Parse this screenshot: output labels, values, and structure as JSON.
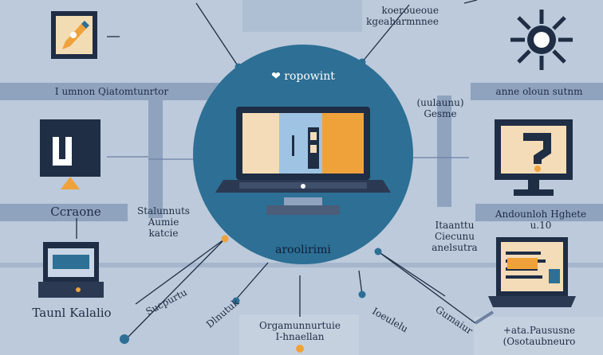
{
  "hub": {
    "title": "❤ ropowint",
    "subtitle": "aroolirimi"
  },
  "labels": {
    "top_right": "koeroueoue\nkgeaharmnnee",
    "left_band_1": "I umnon Qiatomtunrtor",
    "left_band_2": "Ccraone",
    "left_mid": "Stalunnuts\nAumie\nkatcie",
    "bottom_left": "Taunl Kalalio",
    "right_top_a": "(uulaunu)\nGesme",
    "right_top_b": "anne oloun sutnm",
    "right_mid_a": "Andounloh Hghete\nu.10",
    "right_mid_b": "Itaanttu\nCiecunu\nanelsutra",
    "bottom_mid": "Orgamunnurtuie\nI-hnaellan",
    "bottom_right": "+ata.Paususne\n(Osotaubneuro",
    "diag_left": "Sucpurtu",
    "diag_mid": "Dlnutuk",
    "diag_right_1": "Ioeulelu",
    "diag_right_2": "Gumaiur"
  },
  "colors": {
    "background": "#b8c6d8",
    "band": "#8fa3bf",
    "hub": "#2d6f95",
    "accent_orange": "#f0a23a",
    "dark_navy": "#1f2d45",
    "cream": "#f4dcb2"
  }
}
